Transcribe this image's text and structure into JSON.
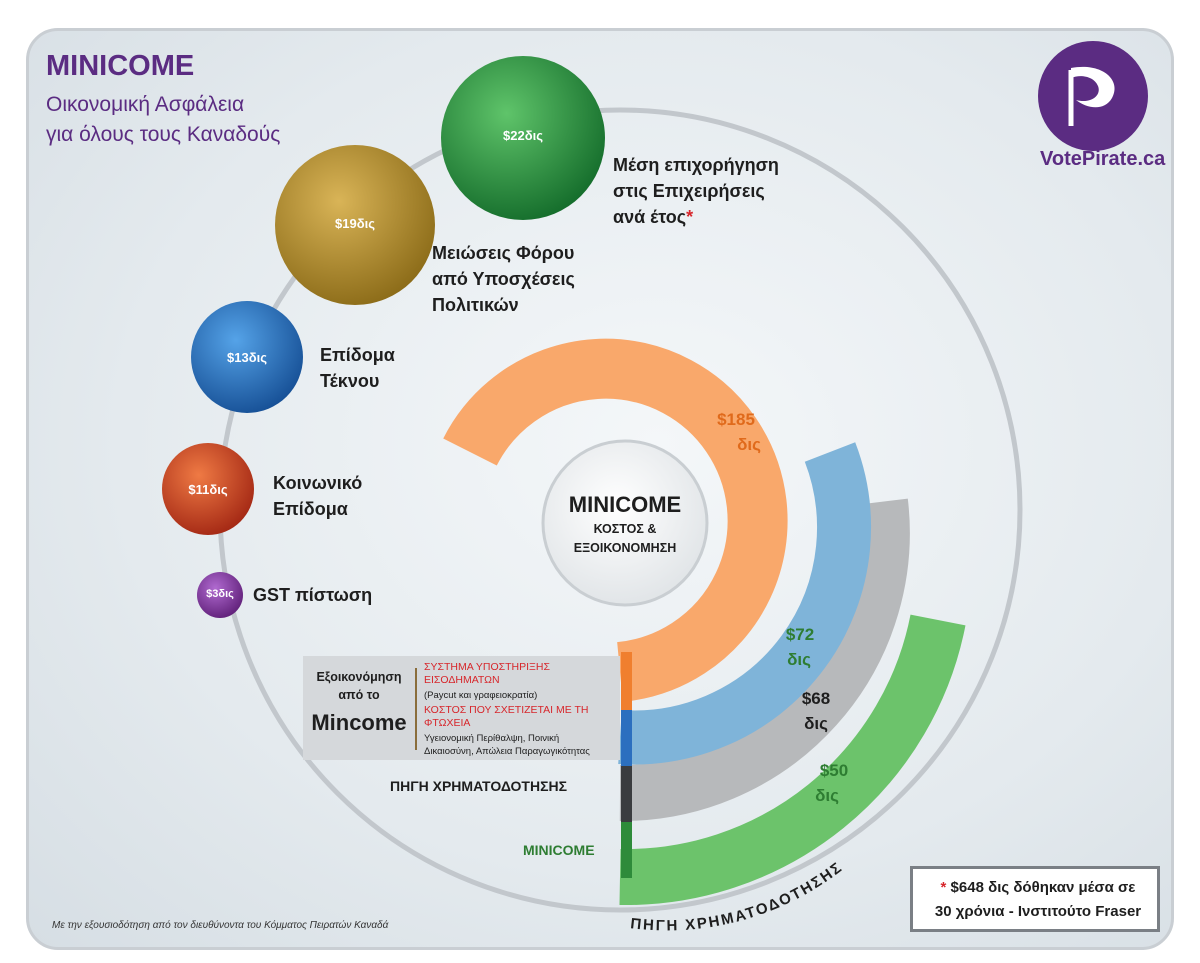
{
  "header": {
    "title": "MINICOME",
    "subtitle_line1": "Οικονομική Ασφάλεια",
    "subtitle_line2": "για όλους τους Καναδούς"
  },
  "logo": {
    "text": "VotePirate.ca",
    "icon": "pirate-party-flag-icon"
  },
  "bubbles": [
    {
      "value": "$22δις",
      "label_lines": [
        "Μέση επιχορήγηση",
        "στις Επιχειρήσεις",
        "ανά έτος"
      ],
      "asterisk": "*",
      "color": "#1f8a3a"
    },
    {
      "value": "$19δις",
      "label_lines": [
        "Μειώσεις Φόρου",
        "από Υποσχέσεις",
        "Πολιτικών"
      ],
      "color": "#a98424"
    },
    {
      "value": "$13δις",
      "label_lines": [
        "Επίδομα",
        "Τέκνου"
      ],
      "color": "#1f64b5"
    },
    {
      "value": "$11δις",
      "label_lines": [
        "Κοινωνικό",
        "Επίδομα"
      ],
      "color": "#c63a1e"
    },
    {
      "value": "$3δις",
      "label_lines": [
        "GST πίστωση"
      ],
      "color": "#7b2f95"
    }
  ],
  "center": {
    "title": "MINICOME",
    "subtitle_line1": "ΚΟΣΤΟΣ &",
    "subtitle_line2": "ΕΞΟΙΚΟΝΟΜΗΣΗ"
  },
  "arcs": [
    {
      "value_line1": "$185",
      "value_line2": "δις",
      "color": "#f9a86b",
      "text_color": "#e06a1b"
    },
    {
      "value_line1": "$72",
      "value_line2": "δις",
      "color": "#7fb4d9",
      "text_color": "#2e7d32"
    },
    {
      "value_line1": "$68",
      "value_line2": "δις",
      "color": "#b7b9bb",
      "text_color": "#1e1e1e"
    },
    {
      "value_line1": "$50",
      "value_line2": "δις",
      "color": "#6cc36b",
      "text_color": "#2e7d32"
    }
  ],
  "savings": {
    "left_line1": "Εξοικονόμηση",
    "left_line2": "από το",
    "left_big": "Mincome",
    "item1_head_line1": "ΣΥΣΤΗΜΑ ΥΠΟΣΤΗΡΙΞΗΣ",
    "item1_head_line2": "ΕΙΣΟΔΗΜΑΤΩΝ",
    "item1_note": "(Paycut και γραφειοκρατία)",
    "item2_head_line1": "ΚΟΣΤΟΣ ΠΟΥ ΣΧΕΤΙΖΕΤΑΙ ΜΕ ΤΗ",
    "item2_head_line2": "ΦΤΩΧΕΙΑ",
    "item2_note_line1": "Υγειονομική Περίθαλψη, Ποινική",
    "item2_note_line2": "Δικαιοσύνη, Απώλεια Παραγωγικότητας"
  },
  "funding_label": "ΠΗΓΗ ΧΡΗΜΑΤΟΔΟΤΗΣΗΣ",
  "mincome_label": "MINICOME",
  "curved_label": "ΠΗΓΗ ΧΡΗΜΑΤΟΔΟΤΗΣΗΣ",
  "footnote": {
    "asterisk": "*",
    "line1": " $648 δις δόθηκαν μέσα σε",
    "line2": "30 χρόνια - Ινστιτούτο Fraser"
  },
  "credit": "Με την εξουσιοδότηση από τον διευθύνοντα του Κόμματος Πειρατών Καναδά",
  "colors": {
    "purple": "#5b2c82",
    "orange_bar": "#f07f2e",
    "blue_bar": "#2b6fbf",
    "gray_bar": "#3a3c3f",
    "green_bar": "#2e8b3a"
  }
}
